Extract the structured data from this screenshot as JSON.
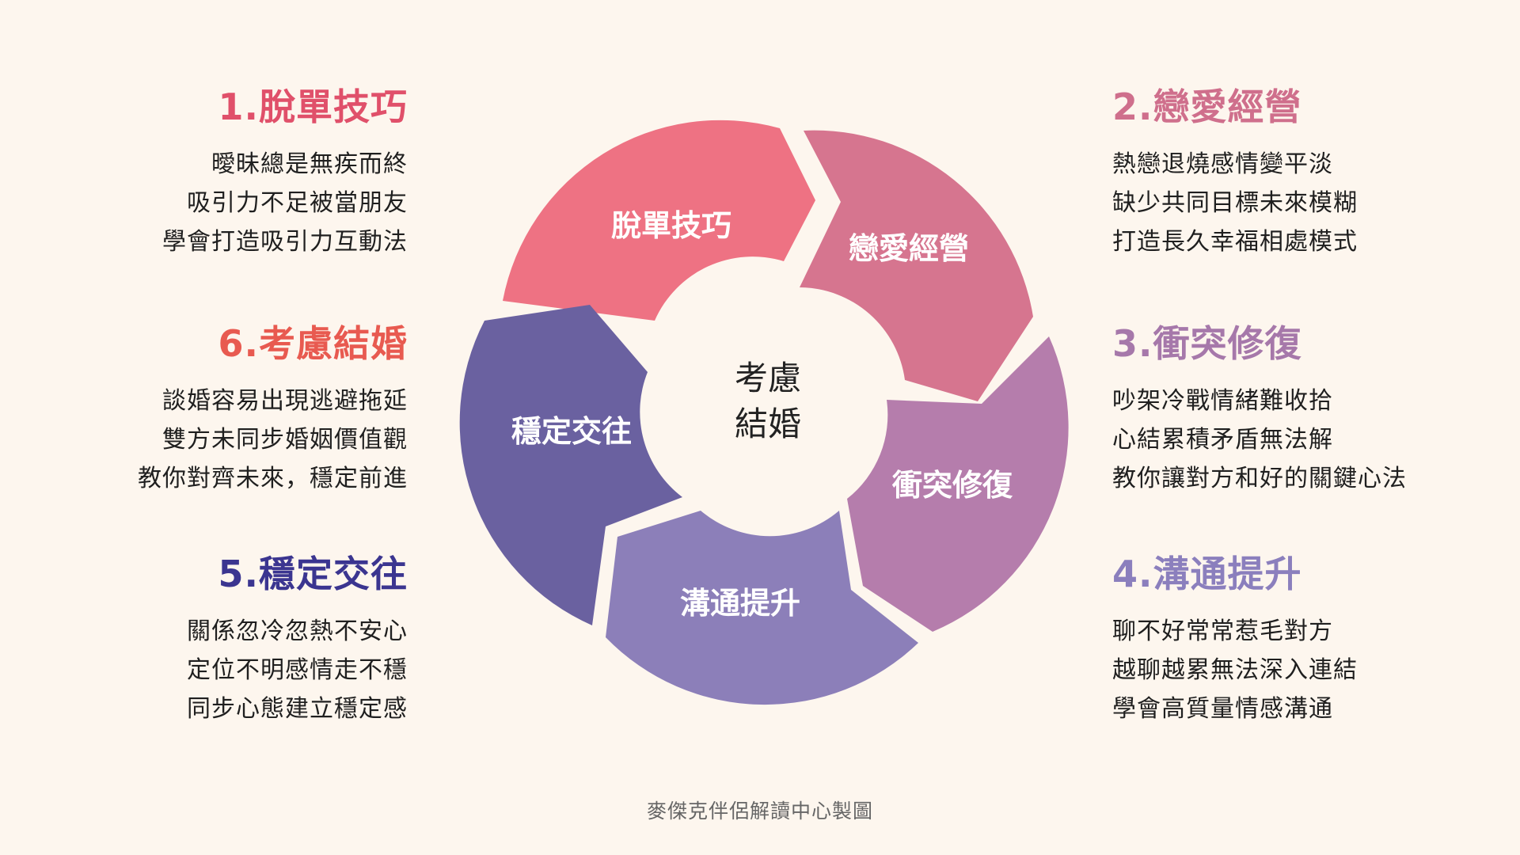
{
  "center": {
    "line1": "考慮",
    "line2": "結婚"
  },
  "segments": [
    {
      "label": "脫單技巧",
      "color": "#ee7283"
    },
    {
      "label": "戀愛經營",
      "color": "#d6758f"
    },
    {
      "label": "衝突修復",
      "color": "#b57dac"
    },
    {
      "label": "溝通提升",
      "color": "#8c7fb9"
    },
    {
      "label": "穩定交往",
      "color": "#6a61a0"
    }
  ],
  "blocks": {
    "b1": {
      "title": "1.脫單技巧",
      "color": "#e0506a",
      "lines": [
        "曖昧總是無疾而終",
        "吸引力不足被當朋友",
        "學會打造吸引力互動法"
      ]
    },
    "b2": {
      "title": "2.戀愛經營",
      "color": "#cf6f8c",
      "lines": [
        "熱戀退燒感情變平淡",
        "缺少共同目標未來模糊",
        "打造長久幸福相處模式"
      ]
    },
    "b3": {
      "title": "3.衝突修復",
      "color": "#a678aa",
      "lines": [
        "吵架冷戰情緒難收拾",
        "心結累積矛盾無法解",
        "教你讓對方和好的關鍵心法"
      ]
    },
    "b4": {
      "title": "4.溝通提升",
      "color": "#8b7fbd",
      "lines": [
        "聊不好常常惹毛對方",
        "越聊越累無法深入連結",
        "學會高質量情感溝通"
      ]
    },
    "b5": {
      "title": "5.穩定交往",
      "color": "#3b3590",
      "lines": [
        "關係忽冷忽熱不安心",
        "定位不明感情走不穩",
        "同步心態建立穩定感"
      ]
    },
    "b6": {
      "title": "6.考慮結婚",
      "color": "#e85a50",
      "lines": [
        "談婚容易出現逃避拖延",
        "雙方未同步婚姻價值觀",
        "教你對齊未來，穩定前進"
      ]
    }
  },
  "credit": "麥傑克伴侶解讀中心製圖"
}
